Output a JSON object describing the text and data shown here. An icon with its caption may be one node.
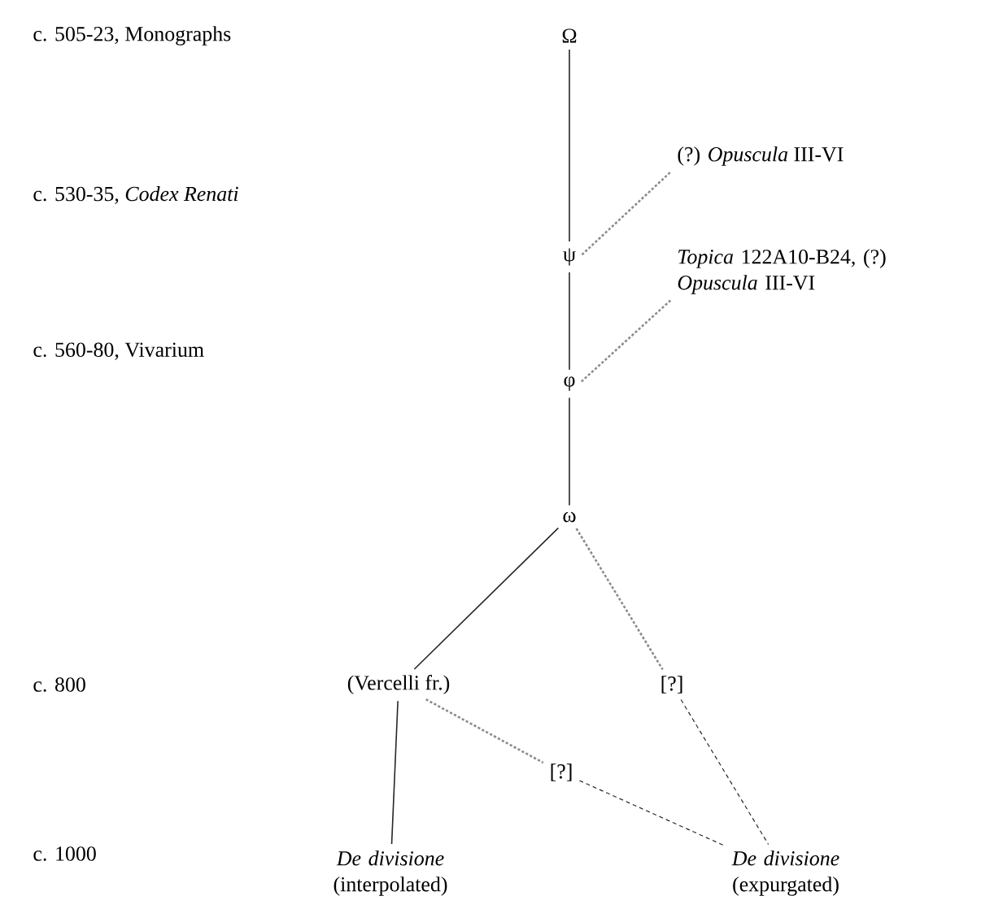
{
  "diagram": {
    "nodes": [
      {
        "text": [
          "Ω"
        ]
      },
      {
        "text": [
          "ψ"
        ]
      },
      {
        "text": [
          "(?) *Opuscula* III-VI"
        ]
      },
      {
        "text": [
          "φ"
        ]
      },
      {
        "text": [
          "*Topica* 122A10-B24, (?) *Opuscula* III-VI"
        ]
      },
      {
        "text": [
          "ω"
        ]
      },
      {
        "text": [
          "(Vercelli fr.)"
        ]
      },
      {
        "text": [
          "[?]"
        ]
      },
      {
        "text": [
          "[?]"
        ]
      },
      {
        "text": [
          "*De divisione* (interpolated)"
        ]
      },
      {
        "text": [
          "*De divisione* (expurgated)"
        ]
      }
    ],
    "edges": [
      {
        "from": 0,
        "to": 1,
        "arrow": "none"
      },
      {
        "from": 1,
        "to": 2,
        "arrow": "none",
        "style": "dashed",
        "color": "#8c8c8c"
      },
      {
        "from": 1,
        "to": 3,
        "arrow": "none"
      },
      {
        "from": 3,
        "to": 4,
        "arrow": "none",
        "style": "dashed",
        "color": "#8c8c8c"
      },
      {
        "from": 3,
        "to": 5,
        "arrow": "none"
      },
      {
        "from": 5,
        "to": 6,
        "arrow": "none"
      },
      {
        "from": 5,
        "to": 7,
        "arrow": "none",
        "style": "dashed",
        "color": "#8c8c8c"
      },
      {
        "from": 6,
        "to": 9,
        "arrow": "none"
      },
      {
        "from": 6,
        "to": 8,
        "arrow": "none",
        "style": "dashed",
        "color": "#8c8c8c"
      },
      {
        "from": 8,
        "to": 10,
        "arrow": "none",
        "style": "dashed"
      },
      {
        "from": 7,
        "to": 10,
        "arrow": "none",
        "style": "dashed"
      }
    ],
    "labels": [
      "c. 505-23, Monographs",
      "c. 530-35, *Codex Renati*",
      "c. 560-80, Vivarium",
      "c. 800",
      "c. 1000"
    ]
  }
}
